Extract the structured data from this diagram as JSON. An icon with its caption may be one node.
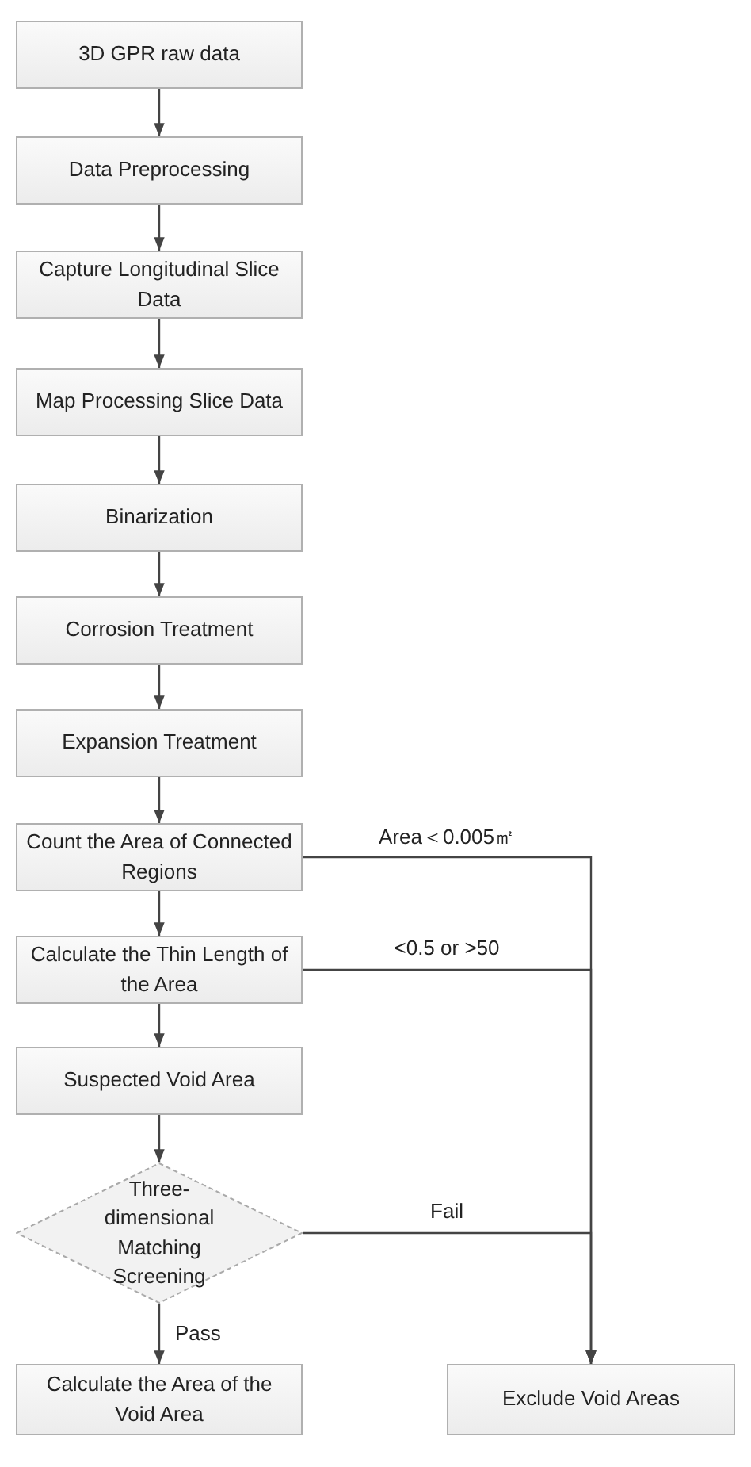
{
  "diagram": {
    "nodes": [
      {
        "text": [
          "3D GPR raw data"
        ]
      },
      {
        "text": [
          "Data Preprocessing"
        ]
      },
      {
        "text": [
          "Capture Longitudinal Slice Data"
        ]
      },
      {
        "text": [
          "Map Processing Slice Data"
        ]
      },
      {
        "text": [
          "Binarization"
        ]
      },
      {
        "text": [
          "Corrosion Treatment"
        ]
      },
      {
        "text": [
          "Expansion Treatment"
        ]
      },
      {
        "text": [
          "Count the Area of Connected Regions"
        ]
      },
      {
        "text": [
          "Calculate the Thin Length of the Area"
        ]
      },
      {
        "text": [
          "Suspected Void Area"
        ]
      },
      {
        "text": [
          "Three-dimensional Matching Screening"
        ]
      },
      {
        "text": [
          "Calculate the Area of the Void Area"
        ]
      },
      {
        "text": [
          "Exclude Void Areas"
        ]
      }
    ],
    "edges": [
      {
        "from": 0,
        "to": 1,
        "arrow": "to"
      },
      {
        "from": 1,
        "to": 2,
        "arrow": "to"
      },
      {
        "from": 2,
        "to": 3,
        "arrow": "to"
      },
      {
        "from": 3,
        "to": 4,
        "arrow": "to"
      },
      {
        "from": 4,
        "to": 5,
        "arrow": "to"
      },
      {
        "from": 5,
        "to": 6,
        "arrow": "to"
      },
      {
        "from": 6,
        "to": 7,
        "arrow": "to"
      },
      {
        "from": 7,
        "to": 8,
        "arrow": "to"
      },
      {
        "from": 8,
        "to": 9,
        "arrow": "to"
      },
      {
        "from": 9,
        "to": 10,
        "arrow": "to"
      },
      {
        "from": 10,
        "to": 11,
        "label": "Pass",
        "arrow": "to"
      },
      {
        "from": 7,
        "to": 12,
        "label": "Area＜0.005㎡",
        "arrow": "to"
      },
      {
        "from": 8,
        "to": 12,
        "label": "<0.5 or >50",
        "arrow": "to"
      },
      {
        "from": 10,
        "to": 12,
        "label": "Fail",
        "arrow": "to"
      }
    ]
  }
}
